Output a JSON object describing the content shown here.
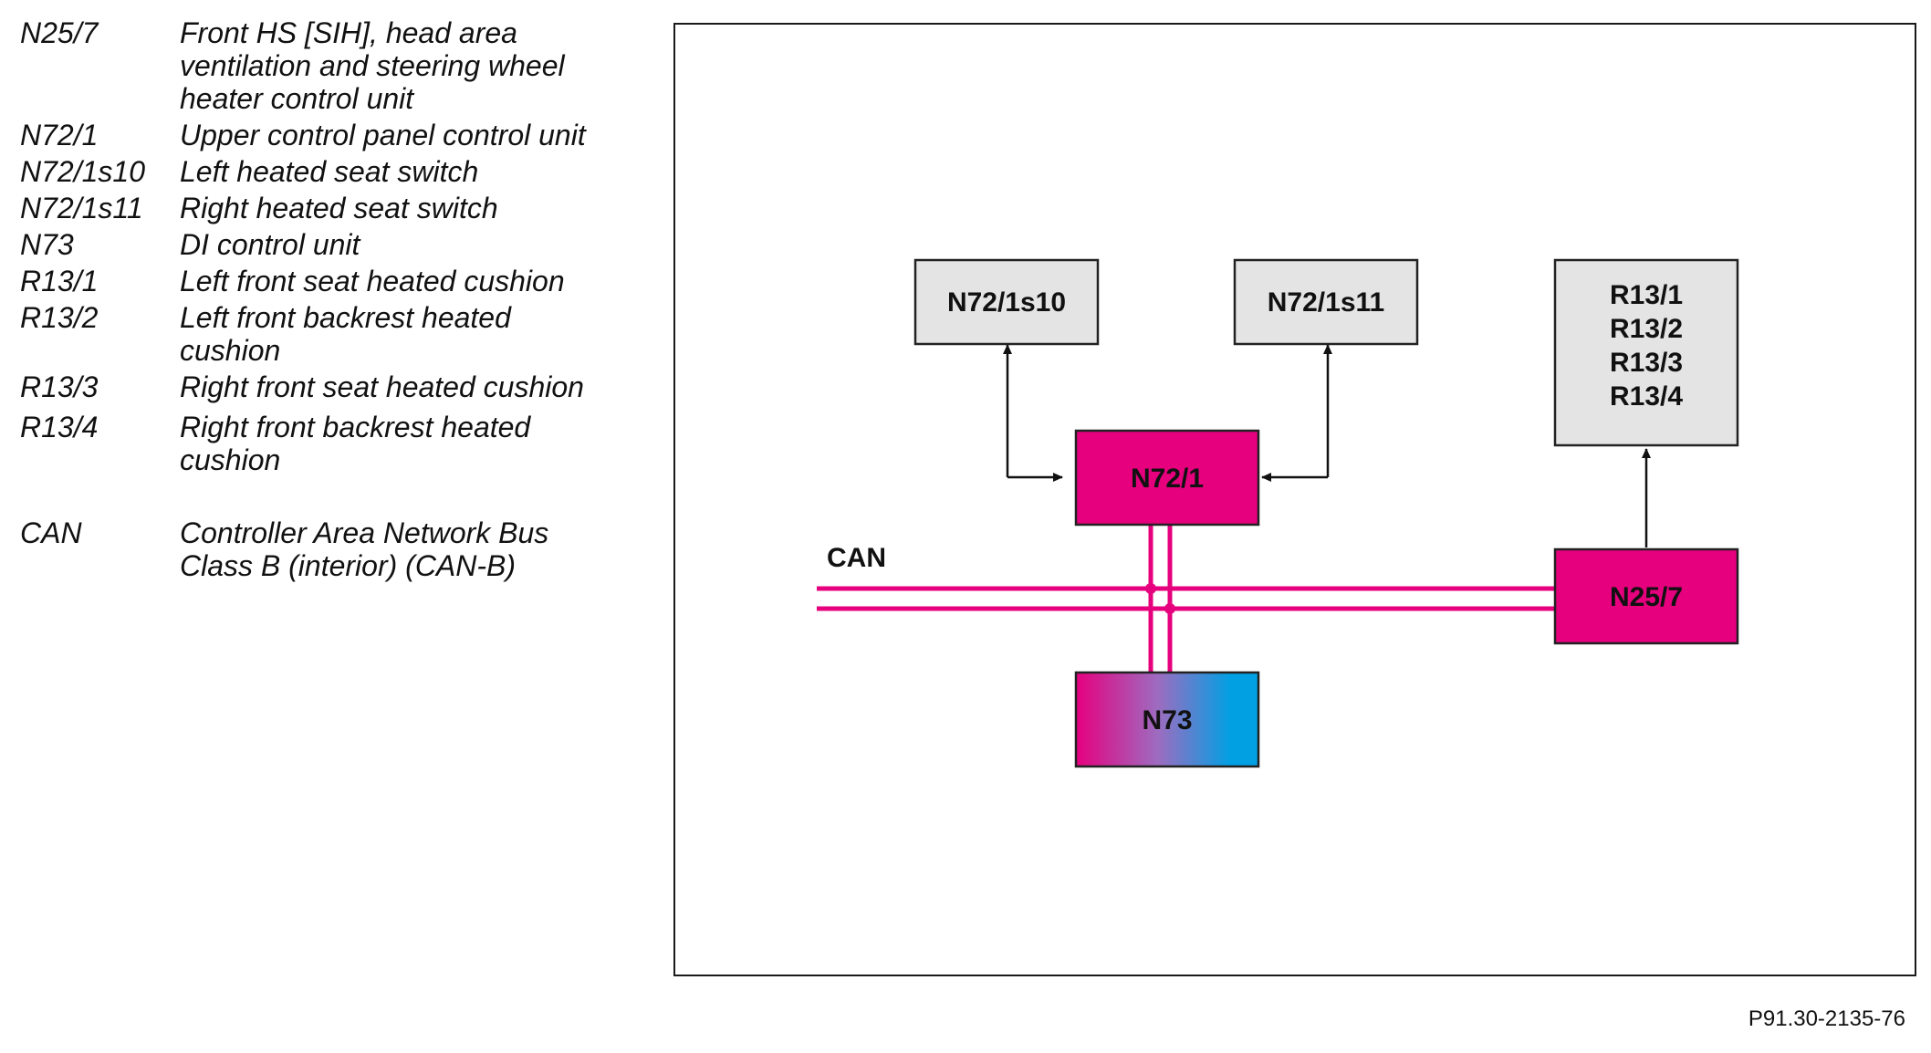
{
  "legend": [
    {
      "code": "N25/7",
      "text": "Front HS [SIH], head area ventilation and steering wheel heater control unit"
    },
    {
      "code": "N72/1",
      "text": "Upper control panel control unit"
    },
    {
      "code": "N72/1s10",
      "text": "Left heated seat switch"
    },
    {
      "code": "N72/1s11",
      "text": "Right heated seat switch"
    },
    {
      "code": "N73",
      "text": "DI control unit"
    },
    {
      "code": "R13/1",
      "text": "Left front seat heated cushion"
    },
    {
      "code": "R13/2",
      "text": "Left front backrest heated cushion"
    },
    {
      "code": "R13/3",
      "text": "Right front seat heated cushion"
    },
    {
      "code": "R13/4",
      "text": "Right front backrest heated cushion"
    },
    {
      "code": "CAN",
      "text": "Controller Area Network Bus Class B (interior) (CAN-B)"
    }
  ],
  "diagram": {
    "boxes": {
      "s10": "N72/1s10",
      "s11": "N72/1s11",
      "r13": [
        "R13/1",
        "R13/2",
        "R13/3",
        "R13/4"
      ],
      "n72": "N72/1",
      "n25": "N25/7",
      "n73": "N73"
    },
    "bus_label": "CAN"
  },
  "colors": {
    "can_bus": "#e6007e",
    "control_unit": "#e6007e",
    "component_box": "#e4e4e4",
    "n73_gradient": [
      "#e6007e",
      "#00a0e3"
    ]
  },
  "figure_id": "P91.30-2135-76"
}
